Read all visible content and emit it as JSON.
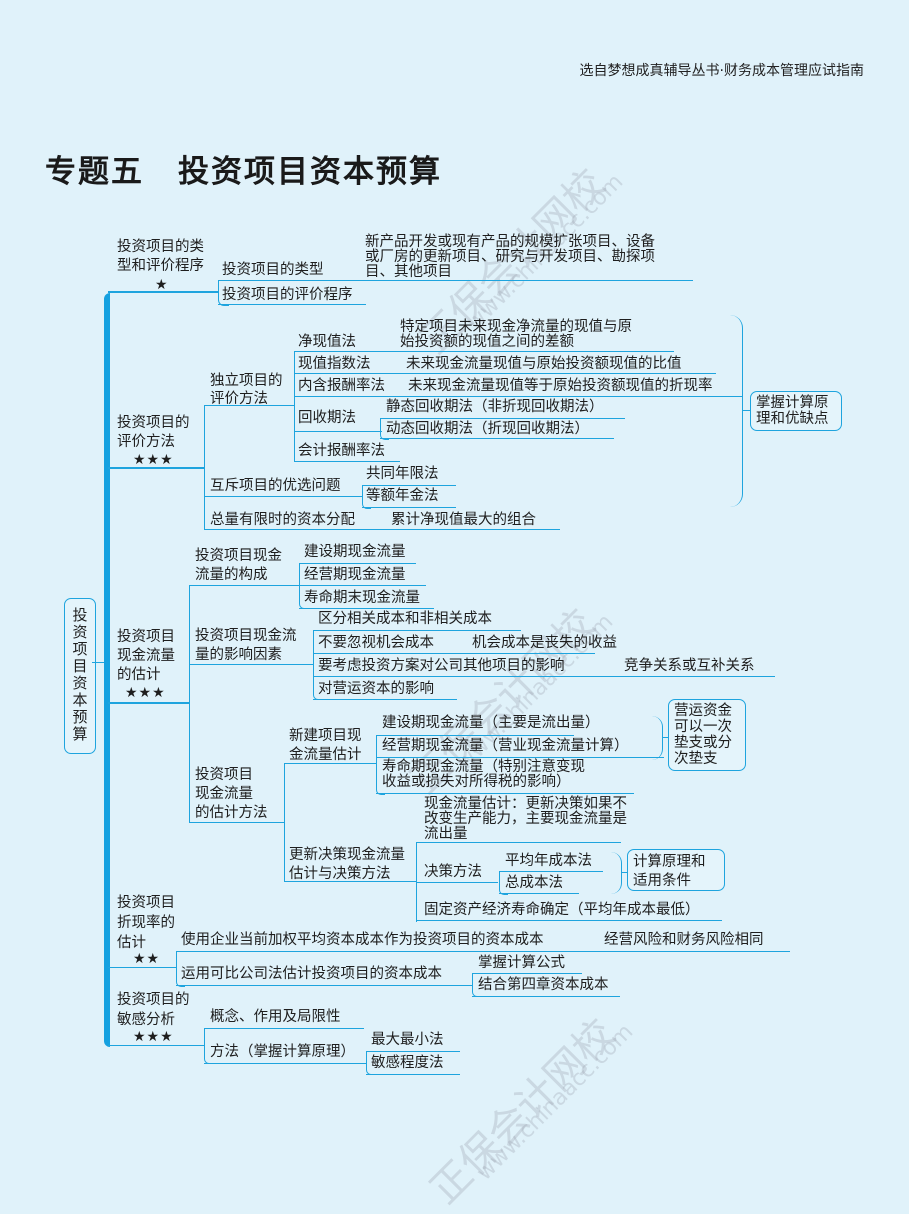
{
  "header": {
    "series": "选自梦想成真辅导丛书·财务成本管理应试指南"
  },
  "title": {
    "prefix": "专题五",
    "main": "投资项目资本预算"
  },
  "root": {
    "label": "投\n资\n项\n目\n资\n本\n预\n算"
  },
  "branches": {
    "b1": {
      "label": "投资项目的类\n型和评价程序",
      "stars": "★",
      "types_label": "投资项目的类型",
      "types_desc": "新产品开发或现有产品的规模扩张项目、设备\n或厂房的更新项目、研究与开发项目、勘探项\n目、其他项目",
      "procedure_label": "投资项目的评价程序"
    },
    "b2": {
      "label": "投资项目的\n评价方法",
      "stars": "★★★",
      "independent": "独立项目的\n评价方法",
      "npv": "净现值法",
      "npv_desc": "特定项目未来现金净流量的现值与原\n始投资额的现值之间的差额",
      "pi": "现值指数法",
      "pi_desc": "未来现金流量现值与原始投资额现值的比值",
      "irr": "内含报酬率法",
      "irr_desc": "未来现金流量现值等于原始投资额现值的折现率",
      "payback": "回收期法",
      "payback_static": "静态回收期法（非折现回收期法）",
      "payback_dynamic": "动态回收期法（折现回收期法）",
      "arr": "会计报酬率法",
      "note": "掌握计算原\n理和优缺点",
      "mutex": "互斥项目的优选问题",
      "mutex_1": "共同年限法",
      "mutex_2": "等额年金法",
      "capital": "总量有限时的资本分配",
      "capital_desc": "累计净现值最大的组合"
    },
    "b3": {
      "label": "投资项目\n现金流量\n的估计",
      "stars": "★★★",
      "composition": "投资项目现金\n流量的构成",
      "comp_1": "建设期现金流量",
      "comp_2": "经营期现金流量",
      "comp_3": "寿命期末现金流量",
      "factors": "投资项目现金流\n量的影响因素",
      "factor_1": "区分相关成本和非相关成本",
      "factor_2": "不要忽视机会成本",
      "factor_2_desc": "机会成本是丧失的收益",
      "factor_3": "要考虑投资方案对公司其他项目的影响",
      "factor_3_desc": "竞争关系或互补关系",
      "factor_4": "对营运资本的影响",
      "methods": "投资项目\n现金流量\n的估计方法",
      "new_project": "新建项目现\n金流量估计",
      "new_1": "建设期现金流量（主要是流出量）",
      "new_2": "经营期现金流量（营业现金流量计算）",
      "new_3": "寿命期现金流量（特别注意变现\n收益或损失对所得税的影响）",
      "new_note": "营运资金\n可以一次\n垫支或分\n次垫支",
      "renewal": "更新决策现金流量\n估计与决策方法",
      "renewal_cf": "现金流量估计：更新决策如果不\n改变生产能力，主要现金流量是\n流出量",
      "decision": "决策方法",
      "decision_1": "平均年成本法",
      "decision_2": "总成本法",
      "decision_note": "计算原理和\n适用条件",
      "economic_life": "固定资产经济寿命确定（平均年成本最低）"
    },
    "b4": {
      "label": "投资项目\n折现率的\n估计",
      "stars": "★★",
      "wacc": "使用企业当前加权平均资本成本作为投资项目的资本成本",
      "wacc_desc": "经营风险和财务风险相同",
      "comparable": "运用可比公司法估计投资项目的资本成本",
      "comparable_1": "掌握计算公式",
      "comparable_2": "结合第四章资本成本"
    },
    "b5": {
      "label": "投资项目的\n敏感分析",
      "stars": "★★★",
      "concept": "概念、作用及局限性",
      "method": "方法（掌握计算原理）",
      "method_1": "最大最小法",
      "method_2": "敏感程度法"
    }
  },
  "watermark": {
    "cn": "正保会计网校",
    "url": "www.chinaacc.com"
  },
  "colors": {
    "background": "#e0f2fa",
    "line": "#1ea4de",
    "main_line": "#15a1e0",
    "text": "#1e1e1e"
  }
}
